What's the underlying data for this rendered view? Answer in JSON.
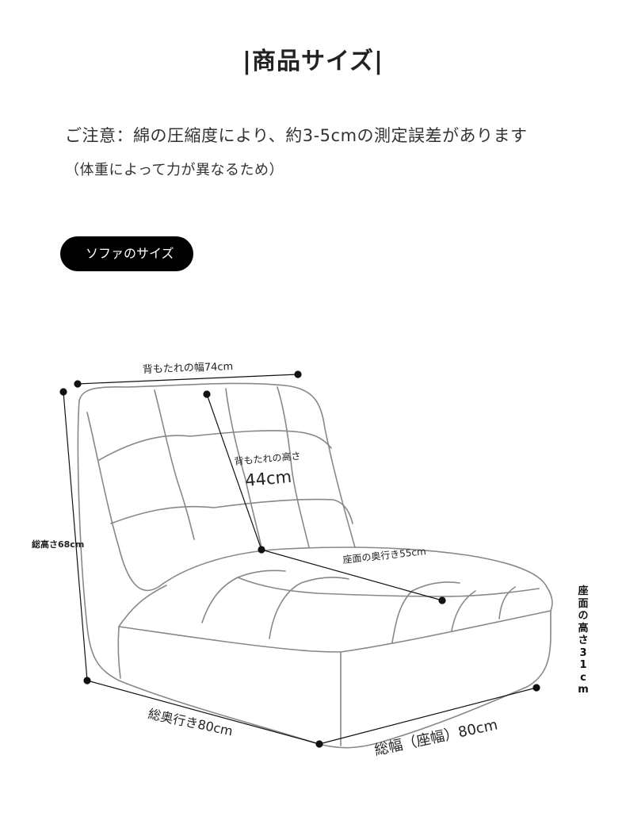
{
  "page": {
    "title": "|商品サイズ|",
    "note_line1": "ご注意：綿の圧縮度により、約3-5cmの測定誤差があります",
    "note_line2": "（体重によって力が異なるため）",
    "section_label": "ソファのサイズ"
  },
  "dimensions": {
    "backrest_width": "背もたれの幅74cm",
    "backrest_height_label": "背もたれの高さ",
    "backrest_height_value": "44cm",
    "seat_depth": "座面の奥行き55cm",
    "total_height": "総高さ68cm",
    "total_depth": "総奥行き80cm",
    "total_width": "総幅（座幅）80cm",
    "seat_height": "座面の高さ31cm"
  },
  "colors": {
    "outline": "#888888",
    "dimension_line": "#111111",
    "pill_background": "#000000"
  }
}
